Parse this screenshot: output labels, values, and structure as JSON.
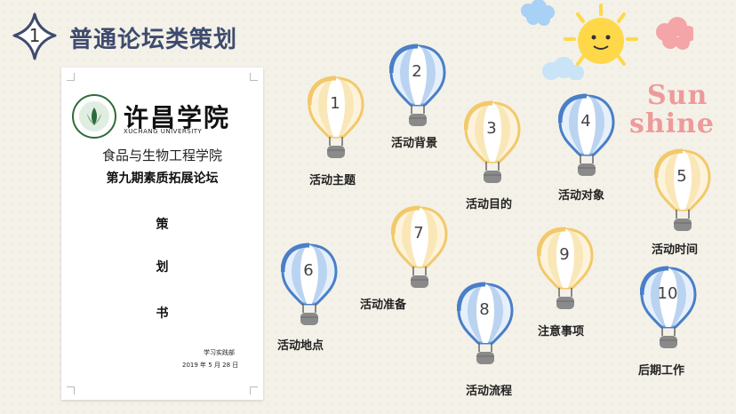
{
  "header": {
    "number": "1",
    "title": "普通论坛类策划"
  },
  "document": {
    "univ_cn": "许昌学院",
    "univ_en": "XUCHANG UNIVERSITY",
    "college": "食品与生物工程学院",
    "forum": "第九期素质拓展论坛",
    "char1": "策",
    "char2": "划",
    "char3": "书",
    "dept": "学习实践部",
    "date": "2019 年 5 月 28 日"
  },
  "balloons": [
    {
      "num": "1",
      "label": "活动主题",
      "color": "yellow"
    },
    {
      "num": "2",
      "label": "活动背景",
      "color": "blue"
    },
    {
      "num": "3",
      "label": "活动目的",
      "color": "yellow"
    },
    {
      "num": "4",
      "label": "活动对象",
      "color": "blue"
    },
    {
      "num": "5",
      "label": "活动时间",
      "color": "yellow"
    },
    {
      "num": "6",
      "label": "活动地点",
      "color": "blue"
    },
    {
      "num": "7",
      "label": "活动准备",
      "color": "yellow"
    },
    {
      "num": "8",
      "label": "活动流程",
      "color": "blue"
    },
    {
      "num": "9",
      "label": "注意事项",
      "color": "yellow"
    },
    {
      "num": "10",
      "label": "后期工作",
      "color": "blue"
    }
  ],
  "decor": {
    "sunshine_line1": "Sun",
    "sunshine_line2": "shine"
  },
  "colors": {
    "title": "#3e4b6e",
    "balloon_blue": "#4a7fc8",
    "balloon_yellow": "#f2c96a",
    "sun": "#ffd84a",
    "sunshine_text": "#ee9a9a"
  }
}
